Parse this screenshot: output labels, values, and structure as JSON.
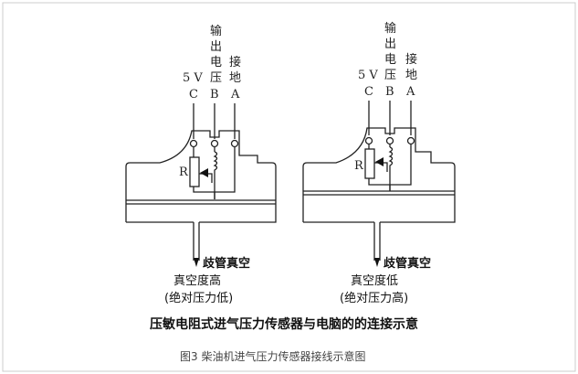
{
  "left": {
    "label_output": [
      "输",
      "出",
      "电",
      "压"
    ],
    "label_ground": [
      "接",
      "地"
    ],
    "label_5v": "5 V",
    "pins": [
      "C",
      "B",
      "A"
    ],
    "resistor": "R",
    "vacuum_label": "歧管真空",
    "state_line1": "真空度高",
    "state_line2": "(绝对压力低)"
  },
  "right": {
    "label_output": [
      "输",
      "出",
      "电",
      "压"
    ],
    "label_ground": [
      "接",
      "地"
    ],
    "label_5v": "5 V",
    "pins": [
      "C",
      "B",
      "A"
    ],
    "resistor": "R",
    "vacuum_label": "歧管真空",
    "state_line1": "真空度低",
    "state_line2": "(绝对压力高)"
  },
  "title": "压敏电阻式进气压力传感器与电脑的的连接示意",
  "caption": "图3 柴油机进气压力传感器接线示意图"
}
